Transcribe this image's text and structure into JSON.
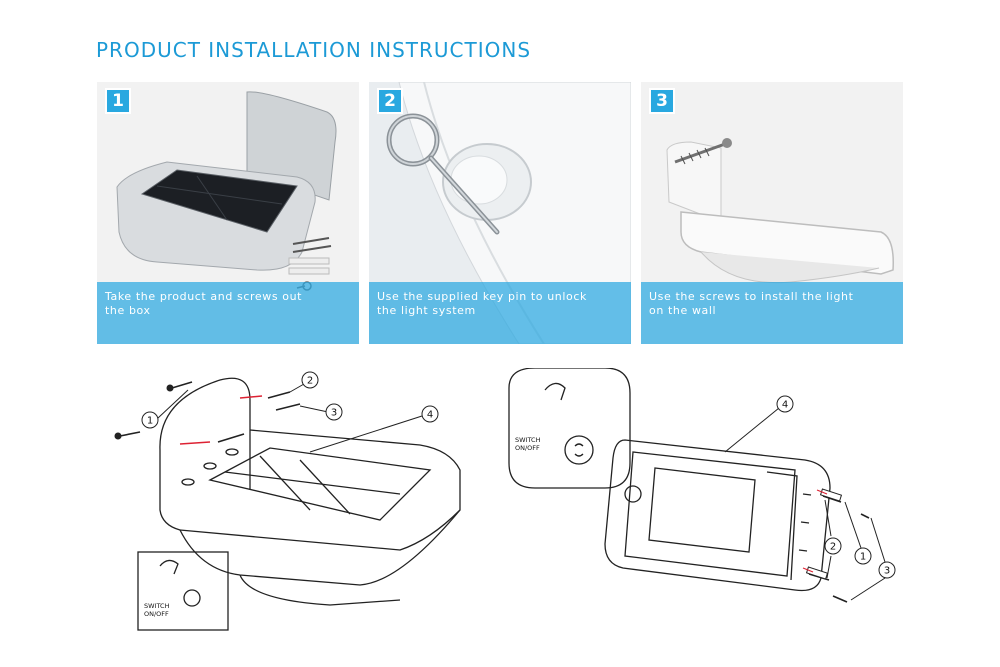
{
  "page": {
    "title": "PRODUCT INSTALLATION INSTRUCTIONS"
  },
  "steps": [
    {
      "number": "1",
      "caption": "Take the product and screws out the box"
    },
    {
      "number": "2",
      "caption": "Use the supplied key pin to unlock the light system"
    },
    {
      "number": "3",
      "caption": "Use the screws to install the light on the wall"
    }
  ],
  "diagram_left": {
    "callouts": [
      "1",
      "2",
      "3",
      "4"
    ],
    "switch_label_line1": "SWITCH",
    "switch_label_line2": "ON/OFF"
  },
  "diagram_right": {
    "callouts": [
      "4",
      "2",
      "1",
      "3"
    ],
    "switch_label_line1": "SWITCH",
    "switch_label_line2": "ON/OFF"
  },
  "colors": {
    "accent": "#1c9ad6",
    "badge": "#29a8e0",
    "caption_overlay": "#29a8e0"
  }
}
